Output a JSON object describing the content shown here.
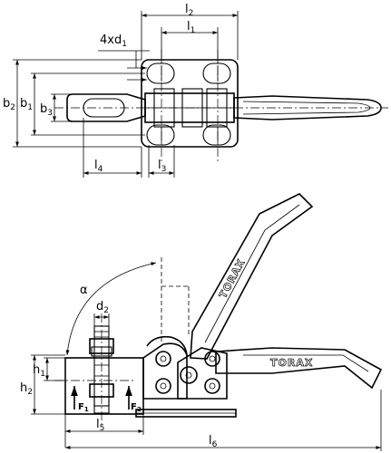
{
  "labels": {
    "l2": {
      "main": "l",
      "sub": "2"
    },
    "l1": {
      "main": "l",
      "sub": "1"
    },
    "d1": {
      "main": "4xd",
      "sub": "1"
    },
    "b2": {
      "main": "b",
      "sub": "2"
    },
    "b1": {
      "main": "b",
      "sub": "1"
    },
    "b3": {
      "main": "b",
      "sub": "3"
    },
    "l4": {
      "main": "l",
      "sub": "4"
    },
    "l3": {
      "main": "l",
      "sub": "3"
    },
    "alpha": {
      "main": "α"
    },
    "d2": {
      "main": "d",
      "sub": "2"
    },
    "h1": {
      "main": "h",
      "sub": "1"
    },
    "h2": {
      "main": "h",
      "sub": "2"
    },
    "f1": {
      "main": "F",
      "sub": "1"
    },
    "f2": {
      "main": "F",
      "sub": "2"
    },
    "l5": {
      "main": "l",
      "sub": "5"
    },
    "l6": {
      "main": "l",
      "sub": "6"
    }
  },
  "brand": {
    "handle_upright": "TORAX",
    "handle_horizontal": "TORAX"
  }
}
